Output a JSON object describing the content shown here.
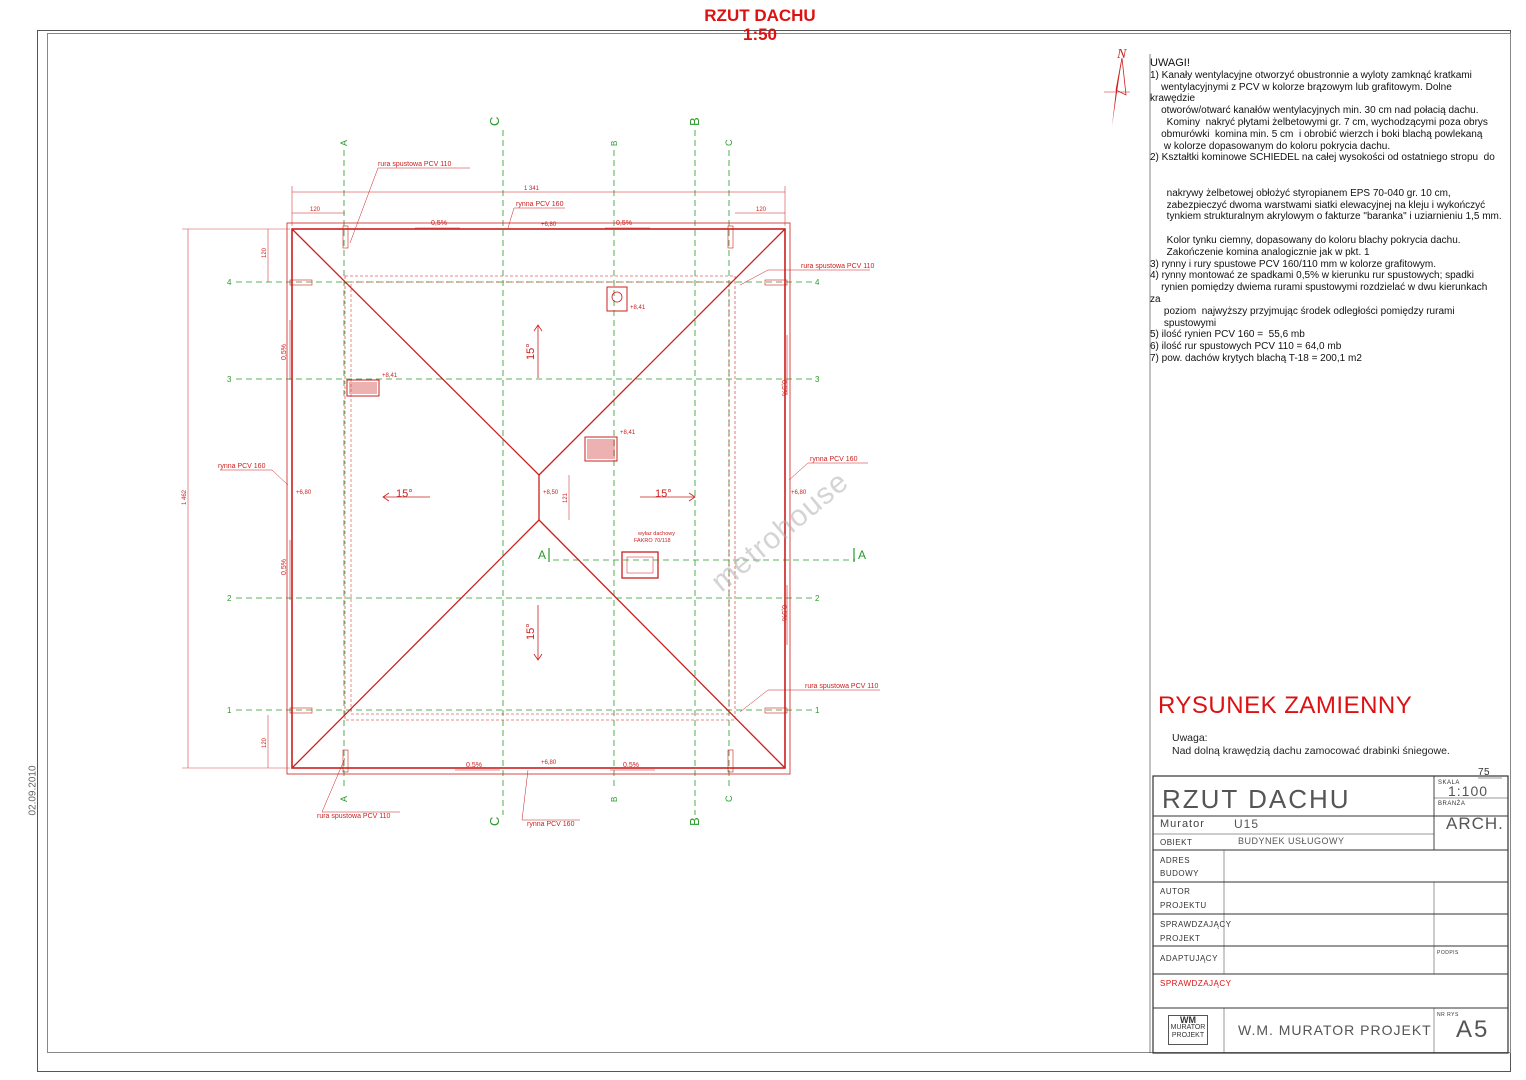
{
  "header": {
    "title": "RZUT  DACHU",
    "scale": "1:50"
  },
  "date": "02.09.2010",
  "watermark": "metrohouse",
  "north": "N",
  "plan": {
    "axes_top": [
      "A",
      "C",
      "B",
      "B",
      "C"
    ],
    "axes_bottom": [
      "A",
      "C",
      "B",
      "B",
      "C"
    ],
    "rows_left": [
      "4",
      "3",
      "2",
      "1"
    ],
    "rows_right": [
      "4",
      "3",
      "2",
      "1"
    ],
    "section_left": "A",
    "section_right": "A",
    "dim_total_width": "1 341",
    "dim_total_height": "1 462",
    "dim_120_tl": "120",
    "dim_120_tr": "120",
    "dim_120_l_top": "120",
    "dim_120_l_bot": "120",
    "dim_121": "121",
    "slope_left": "15°",
    "slope_right": "15°",
    "slope_top": "15°",
    "slope_bottom": "15°",
    "pct": "0,5%",
    "pct2": "0.5%",
    "elev_680": "+6,80",
    "elev_841": "+8,41",
    "elev_850": "+8,50",
    "label_rura": "rura spustowa PCV 110",
    "label_rynna": "rynna PCV 160",
    "label_rynna2": "rynna  PCV 160",
    "label_wylaz1": "wyłaz dachowy",
    "label_wylaz2": "FAKRO 70/118"
  },
  "notes": [
    "UWAGI!",
    "1) Kanały wentylacyjne otworzyć obustronnie a wyloty zamknąć kratkami",
    "    wentylacyjnymi z PCV w kolorze brązowym lub grafitowym. Dolne",
    "krawędzie",
    "    otworów/otwarć kanałów wentylacyjnych min. 30 cm nad połacią dachu.",
    "      Kominy  nakryć płytami żelbetowymi gr. 7 cm, wychodzącymi poza obrys",
    "    obmurówki  komina min. 5 cm  i obrobić wierzch i boki blachą powlekaną",
    "     w kolorze dopasowanym do koloru pokrycia dachu.",
    "2) Kształtki kominowe SCHIEDEL na całej wysokości od ostatniego stropu  do",
    "",
    "",
    "      nakrywy żelbetowej obłożyć styropianem EPS 70-040 gr. 10 cm,",
    "      zabezpieczyć dwoma warstwami siatki elewacyjnej na kleju i wykończyć",
    "      tynkiem strukturalnym akrylowym o fakturze \"baranka\" i uziarnieniu 1,5 mm.",
    "",
    "      Kolor tynku ciemny, dopasowany do koloru blachy pokrycia dachu.",
    "      Zakończenie komina analogicznie jak w pkt. 1",
    "3) rynny i rury spustowe PCV 160/110 mm w kolorze grafitowym.",
    "4) rynny montować ze spadkami 0,5% w kierunku rur spustowych; spadki",
    "    rynien pomiędzy dwiema rurami spustowymi rozdzielać w dwu kierunkach",
    "za",
    "     poziom  najwyższy przyjmując środek odległości pomiędzy rurami",
    "     spustowymi",
    "5) ilość rynien PCV 160 =  55,6 mb",
    "6) ilość rur spustowych PCV 110 = 64,0 mb",
    "7) pow. dachów krytych blachą T-18 = 200,1 m2"
  ],
  "substitute": "RYSUNEK  ZAMIENNY",
  "uwaga": {
    "heading": "Uwaga:",
    "text": "Nad dolną krawędzią dachu zamocować drabinki śniegowe."
  },
  "title_block": {
    "sheet_no": "75",
    "drawing_title": "RZUT  DACHU",
    "skala_label": "SKALA",
    "skala_value": "1:100",
    "branza_label": "BRANŻA",
    "branza_value": "ARCH.",
    "murator": "Murator",
    "code": "U15",
    "obiekt_label": "OBIEKT",
    "obiekt_value": "BUDYNEK  USŁUGOWY",
    "adres_label1": "ADRES",
    "adres_label2": "BUDOWY",
    "autor_label1": "AUTOR",
    "autor_label2": "PROJEKTU",
    "sprawdz_label1": "SPRAWDZAJĄCY",
    "sprawdz_label2": "PROJEKT",
    "adapt_label": "ADAPTUJĄCY",
    "podpis_label": "PODPIS",
    "sprawdz_red": "SPRAWDZAJĄCY",
    "company": "W.M.  MURATOR  PROJEKT",
    "nr_label": "NR RYS",
    "nr_value": "A5",
    "logo_text1": "WM",
    "logo_text2": "MURATOR",
    "logo_text3": "PROJEKT"
  },
  "colors": {
    "red": "#cc1f1f",
    "green": "#2a9a2a",
    "dark": "#333333"
  }
}
